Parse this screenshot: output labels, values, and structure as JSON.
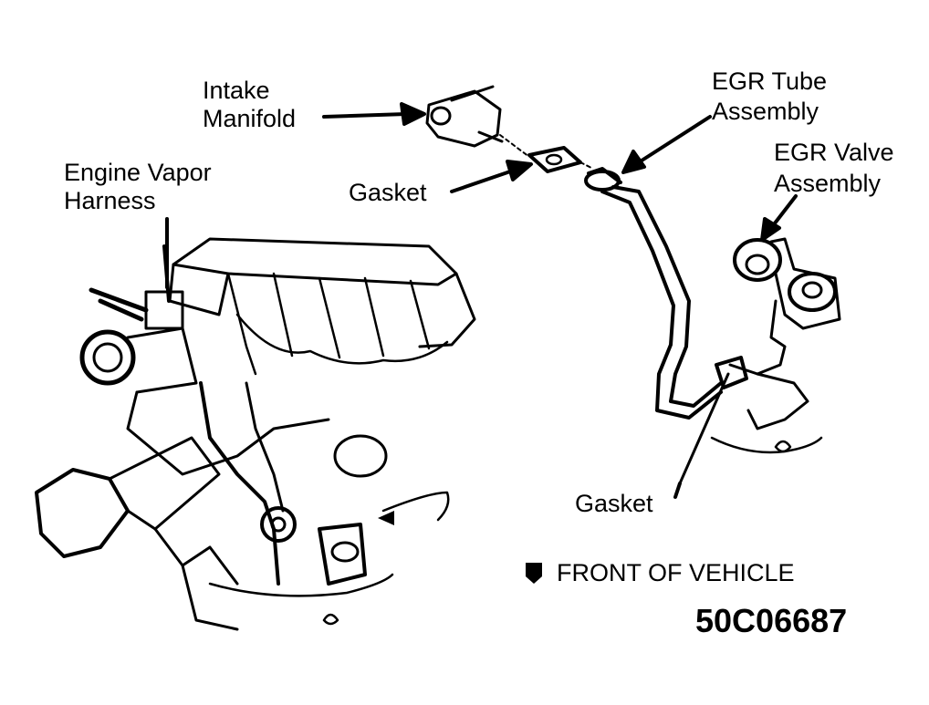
{
  "labels": {
    "intake_manifold_line1": "Intake",
    "intake_manifold_line2": "Manifold",
    "engine_vapor_line1": "Engine Vapor",
    "engine_vapor_line2": "Harness",
    "gasket_upper": "Gasket",
    "egr_tube_line1": "EGR Tube",
    "egr_tube_line2": "Assembly",
    "egr_valve_line1": "EGR Valve",
    "egr_valve_line2": "Assembly",
    "gasket_lower": "Gasket",
    "front_of_vehicle": "FRONT OF VEHICLE"
  },
  "figure_code": "50C06687",
  "colors": {
    "ink": "#000000",
    "paper": "#ffffff"
  },
  "icons": {
    "front_marker": "front-arrow-icon"
  }
}
